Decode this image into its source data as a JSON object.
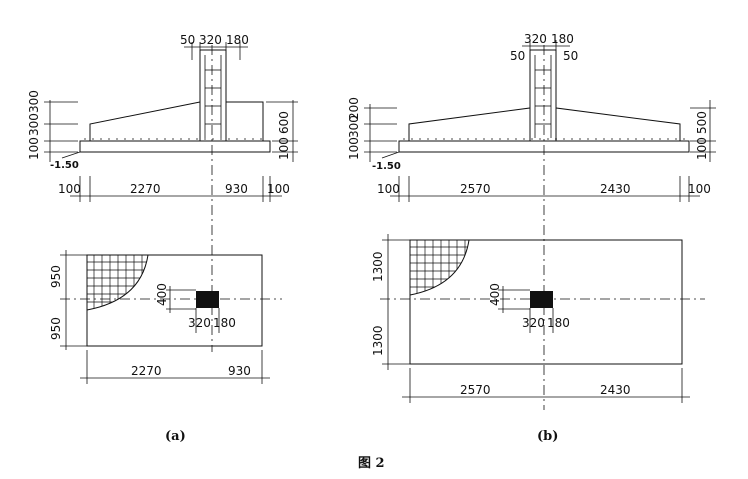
{
  "figure_caption": "图 2",
  "panel_a": {
    "label": "(a)",
    "section": {
      "column_dims": [
        "50",
        "320",
        "180"
      ],
      "left_heights": [
        "100",
        "300",
        "300"
      ],
      "right_heights": [
        "600",
        "100"
      ],
      "level": "-1.50",
      "bottom_dims": [
        "100",
        "2270",
        "930",
        "100"
      ]
    },
    "plan": {
      "left_dims": [
        "950",
        "950"
      ],
      "column_height": "400",
      "column_dims": [
        "320",
        "180"
      ],
      "bottom_dims": [
        "2270",
        "930"
      ]
    }
  },
  "panel_b": {
    "label": "(b)",
    "section": {
      "column_dims_top": [
        "320",
        "180"
      ],
      "column_dims_side": [
        "50",
        "50"
      ],
      "left_heights": [
        "100",
        "300",
        "200"
      ],
      "right_heights": [
        "500",
        "100"
      ],
      "level": "-1.50",
      "bottom_dims": [
        "100",
        "2570",
        "2430",
        "100"
      ]
    },
    "plan": {
      "left_dims": [
        "1300",
        "1300"
      ],
      "column_height": "400",
      "column_dims": [
        "320",
        "180"
      ],
      "bottom_dims": [
        "2570",
        "2430"
      ]
    }
  }
}
